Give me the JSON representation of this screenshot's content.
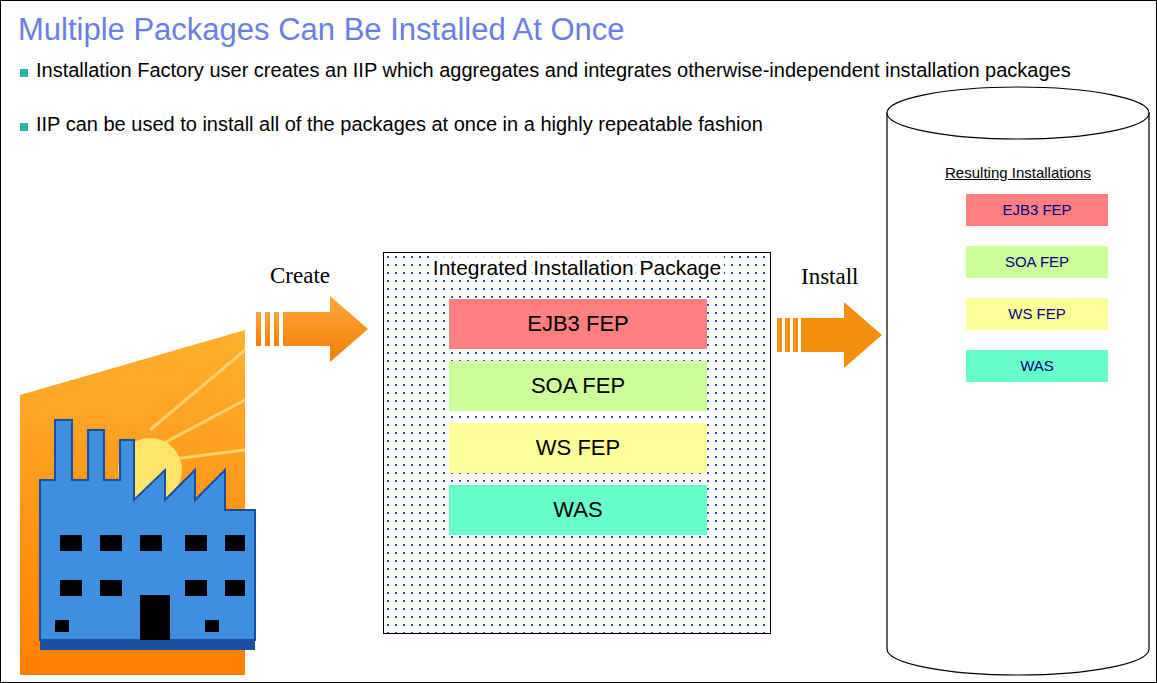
{
  "diagram": {
    "title": "Multiple Packages Can Be Installed At Once",
    "nodes": [
      {
        "text": [
          "Integrated Installation Package"
        ]
      },
      {
        "text": [
          "EJB3 FEP"
        ],
        "in": 0
      },
      {
        "text": [
          "SOA FEP"
        ],
        "in": 0
      },
      {
        "text": [
          "WS FEP"
        ],
        "in": 0
      },
      {
        "text": [
          "WAS"
        ],
        "in": 0
      },
      {
        "text": [
          "Resulting Installations"
        ]
      },
      {
        "text": [
          "EJB3 FEP"
        ],
        "in": 5
      },
      {
        "text": [
          "SOA FEP"
        ],
        "in": 5
      },
      {
        "text": [
          "WS FEP"
        ],
        "in": 5
      },
      {
        "text": [
          "WAS"
        ],
        "in": 5
      }
    ],
    "edges": [
      {
        "from": 0,
        "to": 5,
        "arrow": "to",
        "label": "Install"
      }
    ],
    "labels": [
      "Installation Factory user creates an IIP which aggregates and integrates otherwise-independent installation packages",
      "IIP can be used to install all of the packages at once in a highly repeatable fashion",
      "Create"
    ]
  }
}
